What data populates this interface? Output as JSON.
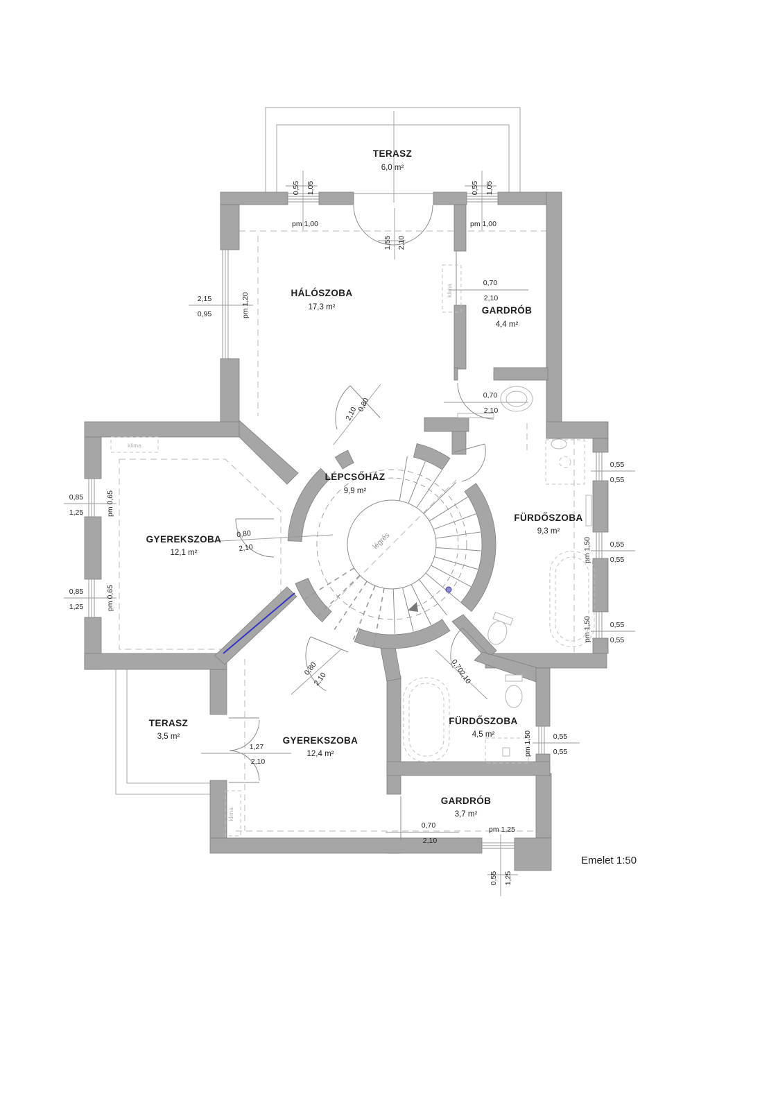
{
  "title": "Emelet 1:50",
  "colors": {
    "wall": "#a6a6a6",
    "wall_stroke": "#7e7e7e",
    "accent_blue": "#3535c4"
  },
  "rooms": [
    {
      "name": "TERASZ",
      "area": "6,0 m²"
    },
    {
      "name": "HÁLÓSZOBA",
      "area": "17,3 m²"
    },
    {
      "name": "GARDRÓB",
      "area": "4,4 m²"
    },
    {
      "name": "LÉPCSŐHÁZ",
      "area": "9,9 m²"
    },
    {
      "name": "GYEREKSZOBA",
      "area": "12,1 m²"
    },
    {
      "name": "FÜRDŐSZOBA",
      "area": "9,3 m²"
    },
    {
      "name": "TERASZ",
      "area": "3,5 m²"
    },
    {
      "name": "GYEREKSZOBA",
      "area": "12,4 m²"
    },
    {
      "name": "FÜRDŐSZOBA",
      "area": "4,5 m²"
    },
    {
      "name": "GARDRÓB",
      "area": "3,7 m²"
    }
  ],
  "annotations": {
    "klima": "klima",
    "legres": "légrés"
  },
  "dims": {
    "d055": "0,55",
    "d105": "1,05",
    "pm100": "pm 1,00",
    "d155": "1,55",
    "d210": "2,10",
    "d215": "2,15",
    "d095": "0,95",
    "pm120": "pm 1,20",
    "d070": "0,70",
    "d080": "0,80",
    "d085": "0,85",
    "d125": "1,25",
    "pm065": "pm 0,65",
    "pm150": "pm 1,50",
    "d127": "1,27",
    "pm125": "pm 1,25"
  }
}
